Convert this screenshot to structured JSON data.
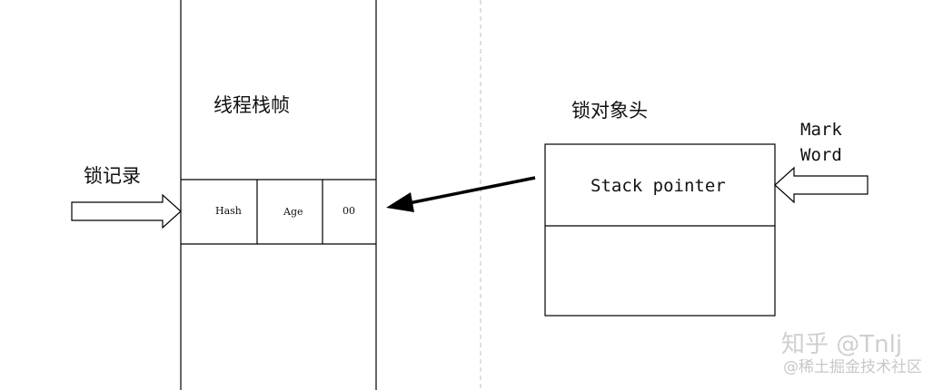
{
  "stack_frame": {
    "title": "线程栈帧",
    "lock_record_label": "锁记录",
    "cells": {
      "hash": "Hash",
      "age": "Age",
      "flag": "00"
    }
  },
  "lock_object": {
    "title": "锁对象头",
    "mark_word_line1": "Mark",
    "mark_word_line2": "Word",
    "pointer_text": "Stack pointer"
  },
  "watermark": {
    "line1": "知乎 @Tnlj",
    "line2": "@稀土掘金技术社区"
  },
  "colors": {
    "line": "#000000",
    "divider": "#bfbfbf",
    "watermark": "#cccccc"
  }
}
